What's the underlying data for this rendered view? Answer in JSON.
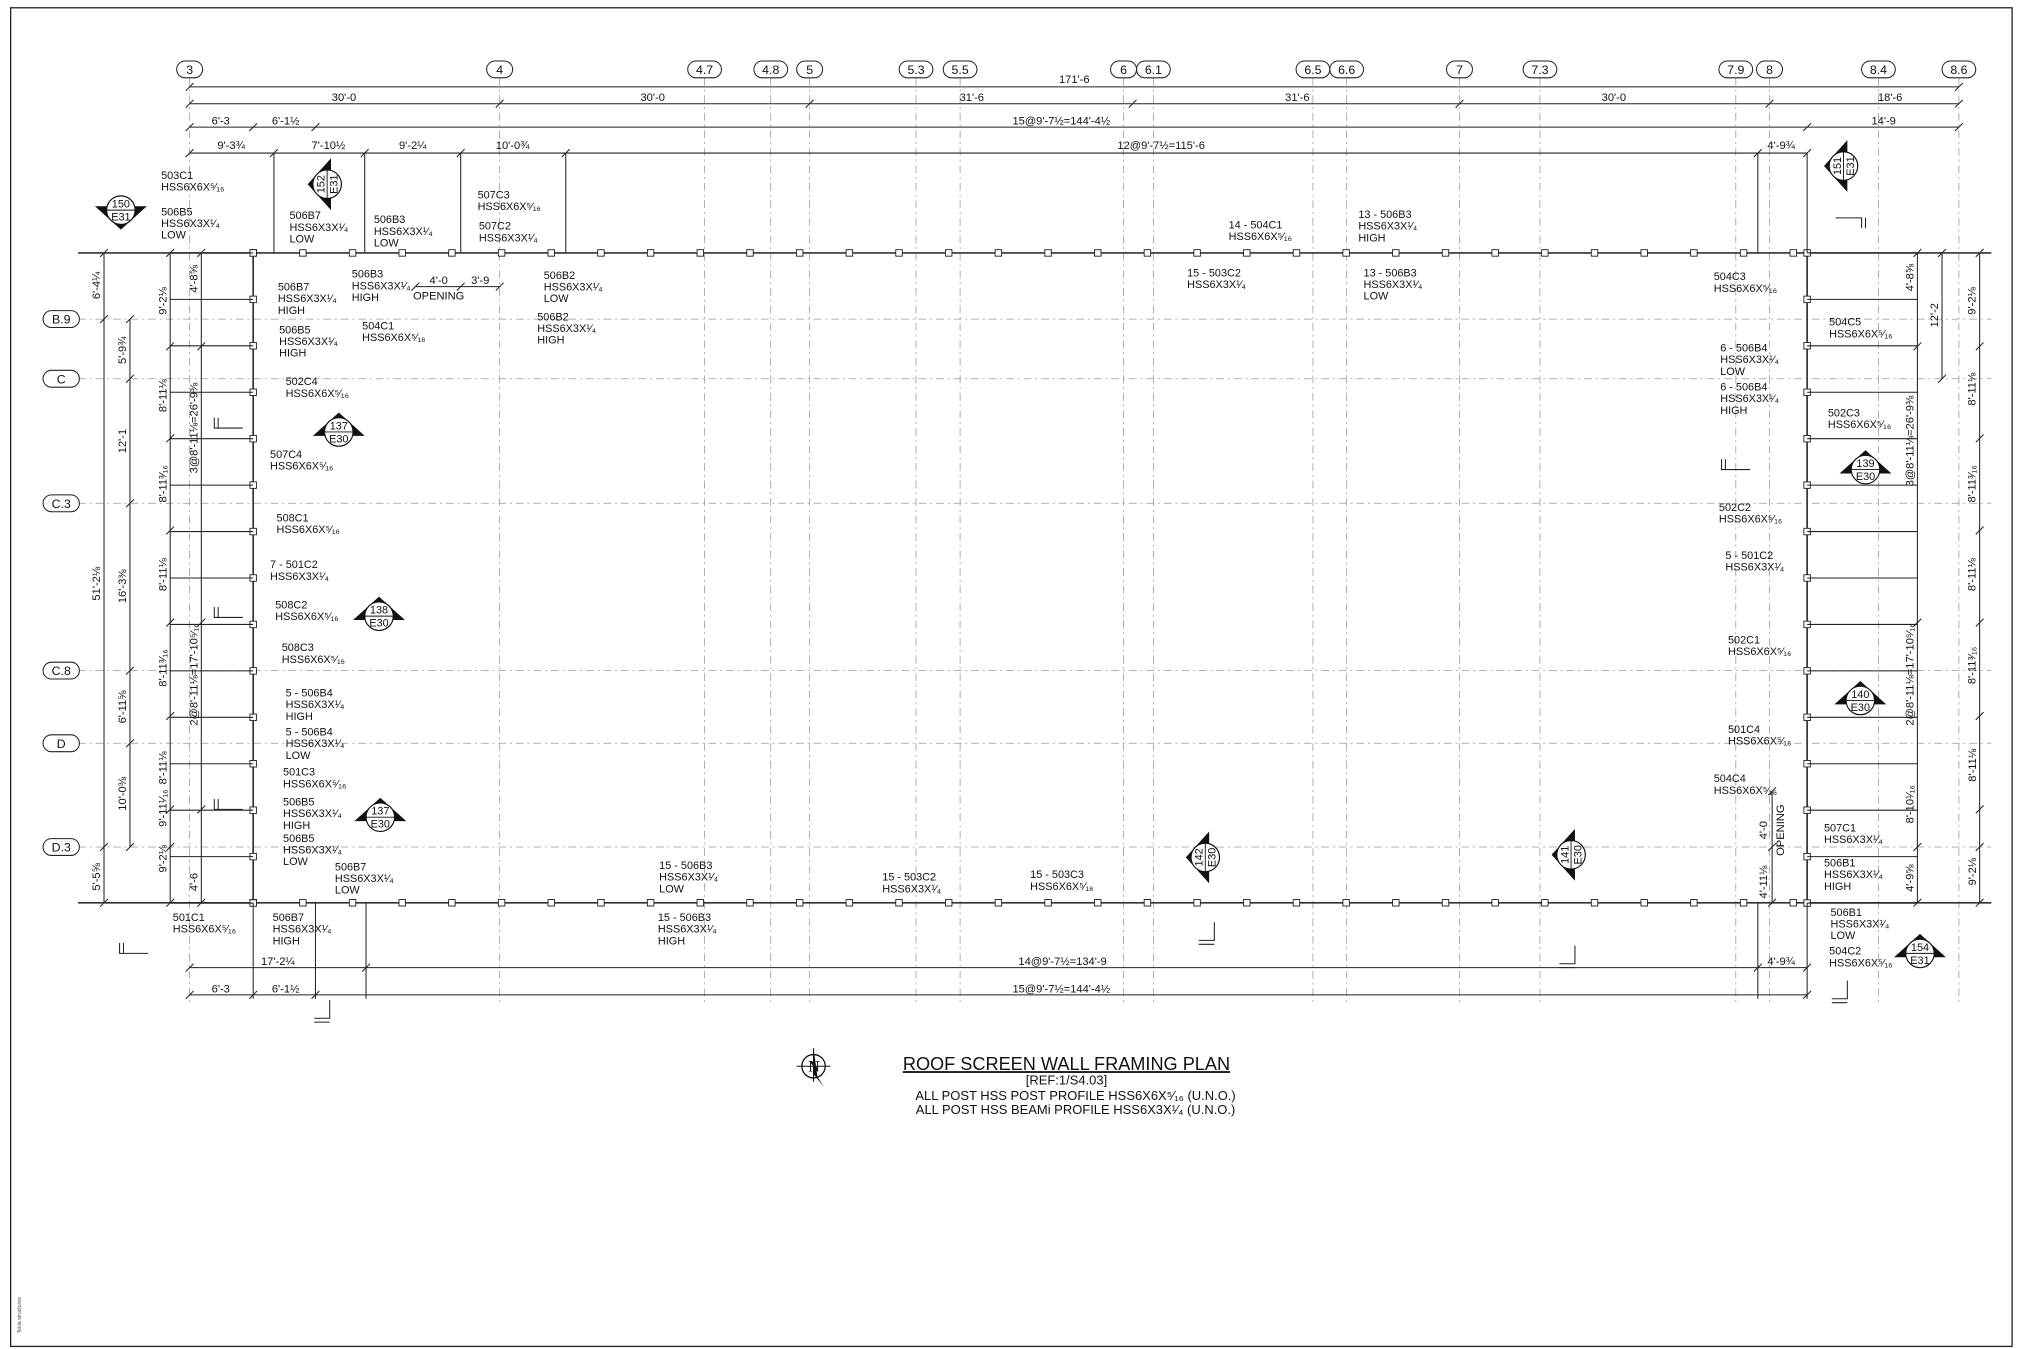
{
  "drawing": {
    "title": "ROOF SCREEN WALL FRAMING PLAN",
    "reference": "[REF:1/S4.03]",
    "notes": [
      "ALL POST HSS POST PROFILE HSS6X6X⁵⁄₁₆ (U.N.O.)",
      "ALL POST HSS BEAMi PROFILE HSS6X3X¹⁄₄ (U.N.O.)"
    ],
    "software_mark": "Tekla structures",
    "north_arrow_letter": "N"
  },
  "grid_columns": [
    "3",
    "4",
    "4.7",
    "4.8",
    "5",
    "5.3",
    "5.5",
    "6",
    "6.1",
    "6.5",
    "6.6",
    "7",
    "7.3",
    "7.9",
    "8",
    "8.4",
    "8.6"
  ],
  "grid_rows": [
    "B.9",
    "C",
    "C.3",
    "C.8",
    "D",
    "D.3"
  ],
  "dims_top": [
    "171'-6",
    "30'-0",
    "30'-0",
    "31'-6",
    "31'-6",
    "30'-0",
    "18'-6",
    "6'-3",
    "6'-1½",
    "15@9'-7½=144'-4½",
    "14'-9",
    "9'-3¾",
    "7'-10½",
    "9'-2¼",
    "10'-0¾",
    "12@9'-7½=115'-6",
    "4'-9¾"
  ],
  "dims_bottom": [
    "17'-2¼",
    "14@9'-7½=134'-9",
    "4'-9¾",
    "6'-3",
    "6'-1½",
    "15@9'-7½=144'-4½"
  ],
  "dims_left": [
    "6'-4¼",
    "51'-2⅛",
    "5'-5⅝",
    "5'-9¾",
    "12'-1",
    "16'-3⅜",
    "6'-11⅝",
    "10'-0⅜",
    "9'-2⅛",
    "8'-11⅛",
    "8'-11³⁄₁₆",
    "8'-11⅛",
    "8'-11³⁄₁₆",
    "8'-11⅛",
    "9'-11¹⁄₁₆",
    "9'-2⅛",
    "4'-8⅝",
    "3@8'-11⅛=26'-9⅜",
    "2@8'-11⅛=17'-10⁵⁄₁₆",
    "4'-6"
  ],
  "dims_right": [
    "4'-8⅝",
    "3@8'-11⅛=26'-9⅜",
    "2@8'-11⅛=17'-10⁵⁄₁₆",
    "8'-10¹⁄₁₆",
    "4'-9⅝",
    "12'-2",
    "9'-2⅛",
    "8'-11⅛",
    "8'-11³⁄₁₆",
    "8'-11⅛",
    "8'-11³⁄₁₆",
    "8'-11⅛",
    "9'-2⅛",
    "4'-0",
    "OPENING",
    "4'-11⅛"
  ],
  "opening_top": {
    "left": "4'-0",
    "right": "3'-9",
    "label": "OPENING"
  },
  "sections": [
    {
      "num": "150",
      "sheet": "E31"
    },
    {
      "num": "152",
      "sheet": "E31"
    },
    {
      "num": "151",
      "sheet": "E31"
    },
    {
      "num": "137",
      "sheet": "E30"
    },
    {
      "num": "139",
      "sheet": "E30"
    },
    {
      "num": "138",
      "sheet": "E30"
    },
    {
      "num": "140",
      "sheet": "E30"
    },
    {
      "num": "137",
      "sheet": "E30"
    },
    {
      "num": "142",
      "sheet": "E30"
    },
    {
      "num": "141",
      "sheet": "E30"
    },
    {
      "num": "154",
      "sheet": "E31"
    }
  ],
  "members": [
    [
      "503C1",
      "HSS6X6X⁵⁄₁₆"
    ],
    [
      "506B5",
      "HSS6X3X¹⁄₄",
      "LOW"
    ],
    [
      "506B7",
      "HSS6X3X¹⁄₄",
      "LOW"
    ],
    [
      "506B3",
      "HSS6X3X¹⁄₄",
      "LOW"
    ],
    [
      "507C3",
      "HSS6X6X⁵⁄₁₆"
    ],
    [
      "507C2",
      "HSS6X3X¹⁄₄"
    ],
    [
      "506B7",
      "HSS6X3X¹⁄₄",
      "HIGH"
    ],
    [
      "506B3",
      "HSS6X3X¹⁄₄",
      "HIGH"
    ],
    [
      "506B2",
      "HSS6X3X¹⁄₄",
      "LOW"
    ],
    [
      "506B2",
      "HSS6X3X¹⁄₄",
      "HIGH"
    ],
    [
      "504C1",
      "HSS6X6X⁵⁄₁₆"
    ],
    [
      "506B5",
      "HSS6X3X¹⁄₄",
      "HIGH"
    ],
    [
      "502C4",
      "HSS6X6X⁵⁄₁₆"
    ],
    [
      "507C4",
      "HSS6X6X⁵⁄₁₆"
    ],
    [
      "508C1",
      "HSS6X6X⁵⁄₁₆"
    ],
    [
      "7 - 501C2",
      "HSS6X3X¹⁄₄"
    ],
    [
      "508C2",
      "HSS6X6X⁵⁄₁₆"
    ],
    [
      "508C3",
      "HSS6X6X⁵⁄₁₆"
    ],
    [
      "5 - 506B4",
      "HSS6X3X¹⁄₄",
      "HIGH"
    ],
    [
      "5 - 506B4",
      "HSS6X3X¹⁄₄",
      "LOW"
    ],
    [
      "501C3",
      "HSS6X6X⁵⁄₁₆"
    ],
    [
      "506B5",
      "HSS6X3X¹⁄₄",
      "HIGH"
    ],
    [
      "506B5",
      "HSS6X3X¹⁄₄",
      "LOW"
    ],
    [
      "506B7",
      "HSS6X3X¹⁄₄",
      "LOW"
    ],
    [
      "501C1",
      "HSS6X6X⁵⁄₁₆"
    ],
    [
      "506B7",
      "HSS6X3X¹⁄₄",
      "HIGH"
    ],
    [
      "14 - 504C1",
      "HSS6X6X⁵⁄₁₆"
    ],
    [
      "15 - 503C2",
      "HSS6X3X¹⁄₄"
    ],
    [
      "13 - 506B3",
      "HSS6X3X¹⁄₄",
      "HIGH"
    ],
    [
      "13 - 506B3",
      "HSS6X3X¹⁄₄",
      "LOW"
    ],
    [
      "15 - 506B3",
      "HSS6X3X¹⁄₄",
      "LOW"
    ],
    [
      "15 - 506B3",
      "HSS6X3X¹⁄₄",
      "HIGH"
    ],
    [
      "15 - 503C2",
      "HSS6X3X¹⁄₄"
    ],
    [
      "15 - 503C3",
      "HSS6X6X⁵⁄₁₆"
    ],
    [
      "504C3",
      "HSS6X6X⁵⁄₁₆"
    ],
    [
      "504C5",
      "HSS6X6X⁵⁄₁₆"
    ],
    [
      "6 - 506B4",
      "HSS6X3X¹⁄₄",
      "LOW"
    ],
    [
      "6 - 506B4",
      "HSS6X3X¹⁄₄",
      "HIGH"
    ],
    [
      "502C3",
      "HSS6X6X⁵⁄₁₆"
    ],
    [
      "502C2",
      "HSS6X6X⁵⁄₁₆"
    ],
    [
      "5 - 501C2",
      "HSS6X3X¹⁄₄"
    ],
    [
      "502C1",
      "HSS6X6X⁵⁄₁₆"
    ],
    [
      "501C4",
      "HSS6X6X⁵⁄₁₆"
    ],
    [
      "504C4",
      "HSS6X6X⁵⁄₁₆"
    ],
    [
      "507C1",
      "HSS6X3X¹⁄₄"
    ],
    [
      "506B1",
      "HSS6X3X¹⁄₄",
      "HIGH"
    ],
    [
      "506B1",
      "HSS6X3X¹⁄₄",
      "LOW"
    ],
    [
      "504C2",
      "HSS6X6X⁵⁄₁₆"
    ]
  ]
}
